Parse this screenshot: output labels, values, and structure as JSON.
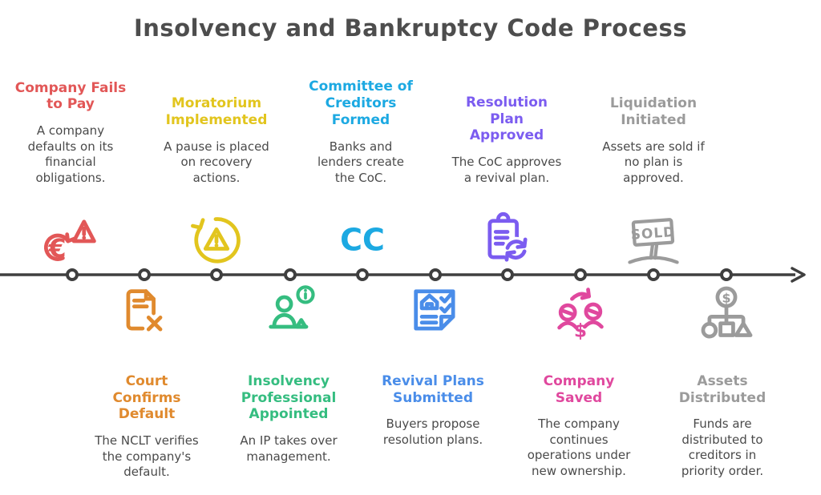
{
  "title": "Insolvency and Bankruptcy Code Process",
  "colors": {
    "title_text": "#4d4d4d",
    "description_text": "#4a4a4a",
    "timeline": "#3f3f3f",
    "node_fill": "#ffffff"
  },
  "stages": [
    {
      "name": "company-fails-to-pay",
      "row": "top",
      "label": "Company Fails\nto Pay",
      "description": "A company\ndefaults on its\nfinancial\nobligations.",
      "color": "#e25757",
      "icon": "euro-crisis-warning-icon"
    },
    {
      "name": "court-confirms-default",
      "row": "bottom",
      "label": "Court\nConfirms\nDefault",
      "description": "The NCLT verifies\nthe company's\ndefault.",
      "color": "#e08a2e",
      "icon": "rejected-document-icon"
    },
    {
      "name": "moratorium-implemented",
      "row": "top",
      "label": "Moratorium\nImplemented",
      "description": "A pause is placed\non recovery\nactions.",
      "color": "#e2c51e",
      "icon": "cycle-warning-icon"
    },
    {
      "name": "insolvency-professional-appointed",
      "row": "bottom",
      "label": "Insolvency\nProfessional\nAppointed",
      "description": "An IP takes over\nmanagement.",
      "color": "#35bd80",
      "icon": "professional-info-icon"
    },
    {
      "name": "committee-of-creditors-formed",
      "row": "top",
      "label": "Committee of\nCreditors\nFormed",
      "description": "Banks and\nlenders create\nthe CoC.",
      "color": "#1ca9e2",
      "icon": "cc-letters-icon"
    },
    {
      "name": "revival-plans-submitted",
      "row": "bottom",
      "label": "Revival Plans\nSubmitted",
      "description": "Buyers propose\nresolution plans.",
      "color": "#4a8de9",
      "icon": "plan-checklist-icon"
    },
    {
      "name": "resolution-plan-approved",
      "row": "top",
      "label": "Resolution\nPlan\nApproved",
      "description": "The CoC approves\na revival plan.",
      "color": "#7b5cf0",
      "icon": "clipboard-refresh-icon"
    },
    {
      "name": "company-saved",
      "row": "bottom",
      "label": "Company\nSaved",
      "description": "The company\ncontinues\noperations under\nnew ownership.",
      "color": "#e0489e",
      "icon": "ownership-transfer-icon"
    },
    {
      "name": "liquidation-initiated",
      "row": "top",
      "label": "Liquidation\nInitiated",
      "description": "Assets are sold if\nno plan is\napproved.",
      "color": "#9b9b9b",
      "icon": "sold-sign-icon"
    },
    {
      "name": "assets-distributed",
      "row": "bottom",
      "label": "Assets\nDistributed",
      "description": "Funds are\ndistributed to\ncreditors in\npriority order.",
      "color": "#9b9b9b",
      "icon": "asset-distribution-icon"
    }
  ],
  "icon_labels": {
    "sold_sign_text": "SOLD",
    "cc_text": "CC",
    "euro_symbol": "€",
    "dollar_symbol": "$"
  }
}
